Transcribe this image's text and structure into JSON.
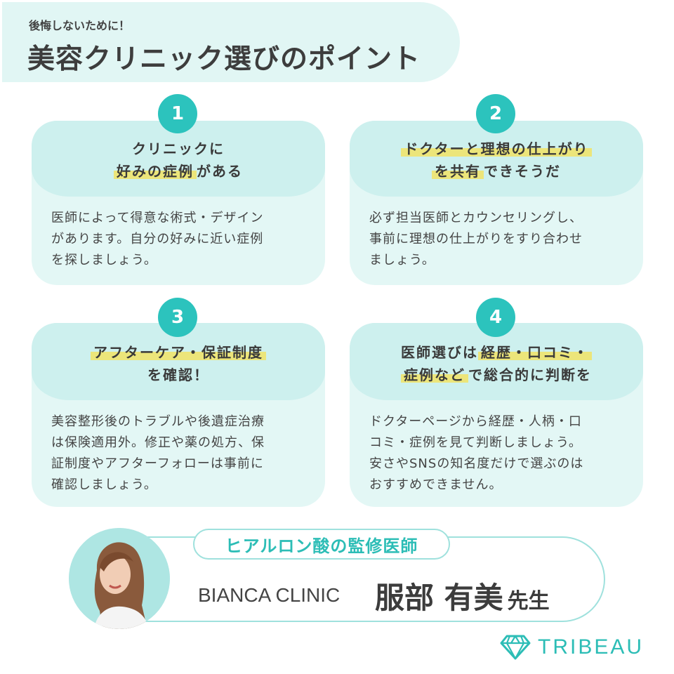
{
  "header": {
    "subtitle": "後悔しないために！",
    "title": "美容クリニック選びのポイント"
  },
  "points": [
    {
      "number": "1",
      "heading_lines": [
        [
          {
            "text": "クリニックに",
            "highlight": false
          }
        ],
        [
          {
            "text": "好みの症例",
            "highlight": true
          },
          {
            "text": "がある",
            "highlight": false
          }
        ]
      ],
      "body_lines": [
        "医師によって得意な術式・デザイン",
        "があります。自分の好みに近い症例",
        "を探しましょう。"
      ]
    },
    {
      "number": "2",
      "heading_lines": [
        [
          {
            "text": "ドクターと理想の仕上がり",
            "highlight": true
          }
        ],
        [
          {
            "text": "を共有",
            "highlight": true
          },
          {
            "text": "できそうだ",
            "highlight": false
          }
        ]
      ],
      "body_lines": [
        "必ず担当医師とカウンセリングし、",
        "事前に理想の仕上がりをすり合わせ",
        "ましょう。"
      ]
    },
    {
      "number": "3",
      "heading_lines": [
        [
          {
            "text": "アフターケア・保証制度",
            "highlight": true
          }
        ],
        [
          {
            "text": "を確認！",
            "highlight": false
          }
        ]
      ],
      "body_lines": [
        "美容整形後のトラブルや後遺症治療",
        "は保険適用外。修正や薬の処方、保",
        "証制度やアフターフォローは事前に",
        "確認しましょう。"
      ]
    },
    {
      "number": "4",
      "heading_lines": [
        [
          {
            "text": "医師選びは",
            "highlight": false
          },
          {
            "text": "経歴・口コミ・",
            "highlight": true
          }
        ],
        [
          {
            "text": "症例など",
            "highlight": true
          },
          {
            "text": "で総合的に判断を",
            "highlight": false
          }
        ]
      ],
      "body_lines": [
        "ドクターページから経歴・人柄・口",
        "コミ・症例を見て判断しましょう。",
        "安さやSNSの知名度だけで選ぶのは",
        "おすすめできません。"
      ]
    }
  ],
  "supervisor": {
    "label": "ヒアルロン酸の監修医師",
    "clinic": "BIANCA CLINIC",
    "name": "服部 有美",
    "honorific": "先生",
    "avatar_icon": "doctor-portrait"
  },
  "brand": {
    "logo_icon": "diamond-icon",
    "name": "TRIBEAU"
  },
  "colors": {
    "accent": "#2cc3bd",
    "banner_bg": "#e1f6f4",
    "card_bg": "#e3f7f5",
    "card_head_bg": "#cdf0ee",
    "highlight": "#ece57a",
    "text": "#3e3e3e"
  }
}
